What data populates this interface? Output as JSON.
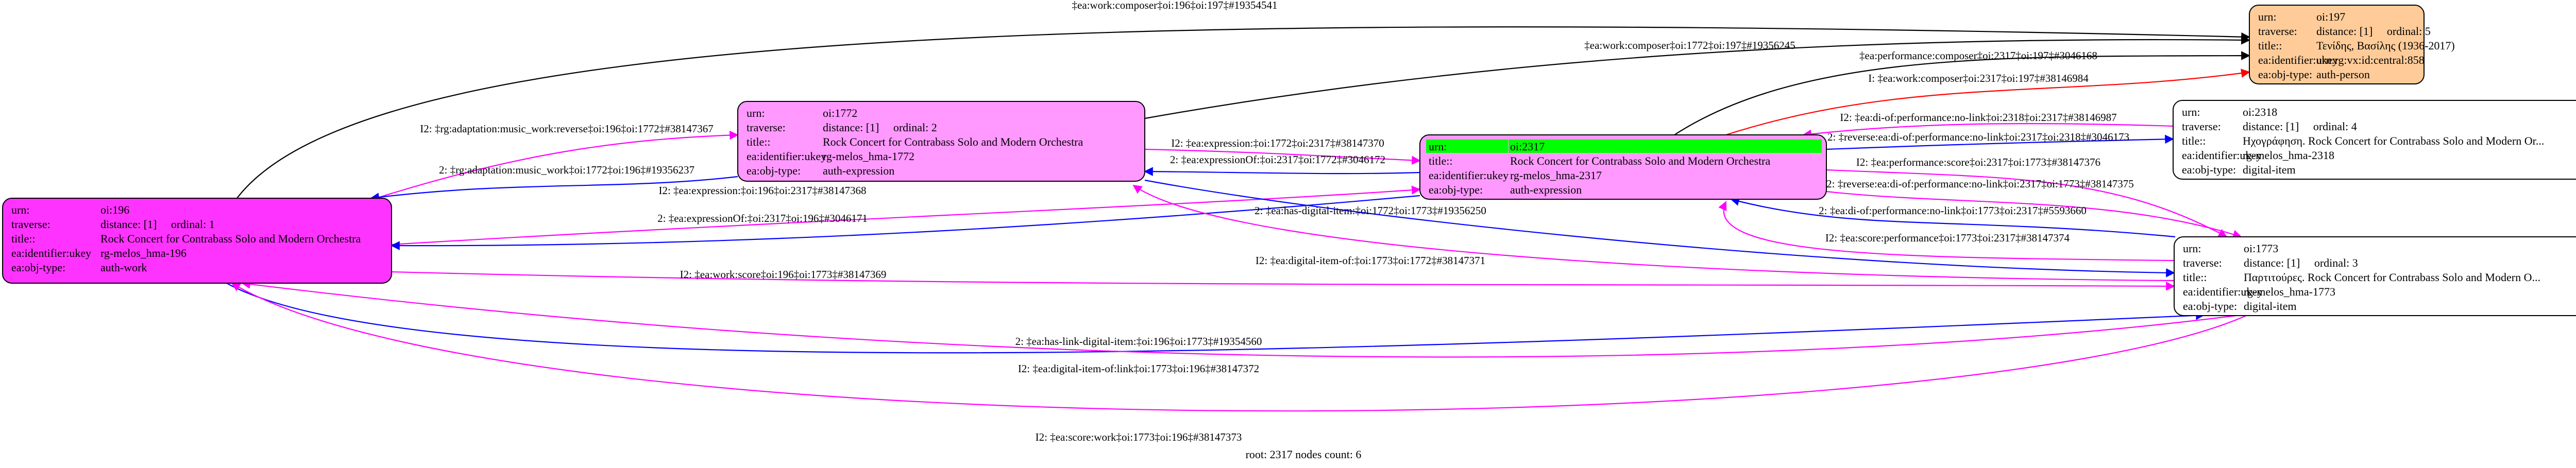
{
  "graph": {
    "footer": "root: 2317 nodes count: 6",
    "colors": {
      "auth_work": "#ff33ff",
      "auth_expression": "#ff99ff",
      "auth_person": "#ffcc99",
      "digital_item": "#ffffff",
      "root_highlight": "#00ff00",
      "edge_composer": "#000000",
      "edge_inverse": "#ff00ff",
      "edge_forward": "#0000ff",
      "edge_inferred": "#ff0000"
    },
    "field_labels": {
      "urn": "urn:",
      "traverse": "traverse:",
      "title": "title::",
      "ukey": "ea:identifier:ukey",
      "obj_type": "ea:obj-type:"
    },
    "nodes": [
      {
        "id": "oi:196",
        "urn": "oi:196",
        "traverse": "distance: [1]     ordinal: 1",
        "title": "Rock Concert for Contrabass Solo and Modern Orchestra",
        "ukey": "rg-melos_hma-196",
        "obj_type": "auth-work",
        "fill": "auth_work",
        "root": false
      },
      {
        "id": "oi:1772",
        "urn": "oi:1772",
        "traverse": "distance: [1]     ordinal: 2",
        "title": "Rock Concert for Contrabass Solo and Modern Orchestra",
        "ukey": "rg-melos_hma-1772",
        "obj_type": "auth-expression",
        "fill": "auth_expression",
        "root": false
      },
      {
        "id": "oi:2317",
        "urn": "oi:2317",
        "traverse": null,
        "title": "Rock Concert for Contrabass Solo and Modern Orchestra",
        "ukey": "rg-melos_hma-2317",
        "obj_type": "auth-expression",
        "fill": "auth_expression",
        "root": true
      },
      {
        "id": "oi:197",
        "urn": "oi:197",
        "traverse": "distance: [1]     ordinal: 5",
        "title": "Τενίδης, Βασίλης (1936-2017)",
        "ukey": "urn:rg:vx:id:central:858",
        "obj_type": "auth-person",
        "fill": "auth_person",
        "root": false
      },
      {
        "id": "oi:2318",
        "urn": "oi:2318",
        "traverse": "distance: [1]     ordinal: 4",
        "title": "Ηχογράφηση. Rock Concert for Contrabass Solo and Modern Or...",
        "ukey": "rg-melos_hma-2318",
        "obj_type": "digital-item",
        "fill": "digital_item",
        "root": false
      },
      {
        "id": "oi:1773",
        "urn": "oi:1773",
        "traverse": "distance: [1]     ordinal: 3",
        "title": "Παρτιτούρες. Rock Concert for Contrabass Solo and Modern O...",
        "ukey": "rg-melos_hma-1773",
        "obj_type": "digital-item",
        "fill": "digital_item",
        "root": false
      }
    ],
    "edges": [
      {
        "from": "oi:196",
        "to": "oi:197",
        "kind": "edge_composer",
        "label": "‡ea:work:composer‡oi:196‡oi:197‡#19354541"
      },
      {
        "from": "oi:1772",
        "to": "oi:197",
        "kind": "edge_composer",
        "label": "‡ea:work:composer‡oi:1772‡oi:197‡#19356245"
      },
      {
        "from": "oi:2317",
        "to": "oi:197",
        "kind": "edge_composer",
        "label": "‡ea:performance:composer‡oi:2317‡oi:197‡#3046168"
      },
      {
        "from": "oi:2317",
        "to": "oi:197",
        "kind": "edge_inferred",
        "label": "I: ‡ea:work:composer‡oi:2317‡oi:197‡#38146984"
      },
      {
        "from": "oi:196",
        "to": "oi:1772",
        "kind": "edge_inverse",
        "label": "I2: ‡rg:adaptation:music_work:reverse‡oi:196‡oi:1772‡#38147367"
      },
      {
        "from": "oi:1772",
        "to": "oi:196",
        "kind": "edge_forward",
        "label": "2: ‡rg:adaptation:music_work‡oi:1772‡oi:196‡#19356237"
      },
      {
        "from": "oi:1772",
        "to": "oi:2317",
        "kind": "edge_inverse",
        "label": "I2: ‡ea:expression:‡oi:1772‡oi:2317‡#38147370"
      },
      {
        "from": "oi:2317",
        "to": "oi:1772",
        "kind": "edge_forward",
        "label": "2: ‡ea:expressionOf:‡oi:2317‡oi:1772‡#3046172"
      },
      {
        "from": "oi:196",
        "to": "oi:2317",
        "kind": "edge_inverse",
        "label": "I2: ‡ea:expression:‡oi:196‡oi:2317‡#38147368"
      },
      {
        "from": "oi:2317",
        "to": "oi:196",
        "kind": "edge_forward",
        "label": "2: ‡ea:expressionOf:‡oi:2317‡oi:196‡#3046171"
      },
      {
        "from": "oi:2318",
        "to": "oi:2317",
        "kind": "edge_inverse",
        "label": "I2: ‡ea:di-of:performance:no-link‡oi:2318‡oi:2317‡#38146987"
      },
      {
        "from": "oi:2317",
        "to": "oi:2318",
        "kind": "edge_forward",
        "label": "2: ‡reverse:ea:di-of:performance:no-link‡oi:2317‡oi:2318‡#3046173"
      },
      {
        "from": "oi:2317",
        "to": "oi:1773",
        "kind": "edge_inverse",
        "label": "I2: ‡ea:performance:score‡oi:2317‡oi:1773‡#38147376"
      },
      {
        "from": "oi:2317",
        "to": "oi:1773",
        "kind": "edge_inverse",
        "label": "I2: ‡reverse:ea:di-of:performance:no-link‡oi:2317‡oi:1773‡#38147375"
      },
      {
        "from": "oi:1773",
        "to": "oi:2317",
        "kind": "edge_forward",
        "label": "2: ‡ea:di-of:performance:no-link‡oi:1773‡oi:2317‡#5593660"
      },
      {
        "from": "oi:1773",
        "to": "oi:2317",
        "kind": "edge_inverse",
        "label": "I2: ‡ea:score:performance‡oi:1773‡oi:2317‡#38147374"
      },
      {
        "from": "oi:1772",
        "to": "oi:1773",
        "kind": "edge_forward",
        "label": "2: ‡ea:has-digital-item:‡oi:1772‡oi:1773‡#19356250"
      },
      {
        "from": "oi:1773",
        "to": "oi:1772",
        "kind": "edge_inverse",
        "label": "I2: ‡ea:digital-item-of:‡oi:1773‡oi:1772‡#38147371"
      },
      {
        "from": "oi:196",
        "to": "oi:1773",
        "kind": "edge_inverse",
        "label": "I2: ‡ea:work:score‡oi:196‡oi:1773‡#38147369"
      },
      {
        "from": "oi:196",
        "to": "oi:1773",
        "kind": "edge_forward",
        "label": "2: ‡ea:has-link-digital-item:‡oi:196‡oi:1773‡#19354560"
      },
      {
        "from": "oi:1773",
        "to": "oi:196",
        "kind": "edge_inverse",
        "label": "I2: ‡ea:digital-item-of:link‡oi:1773‡oi:196‡#38147372"
      },
      {
        "from": "oi:1773",
        "to": "oi:196",
        "kind": "edge_inverse",
        "label": "I2: ‡ea:score:work‡oi:1773‡oi:196‡#38147373"
      }
    ]
  }
}
